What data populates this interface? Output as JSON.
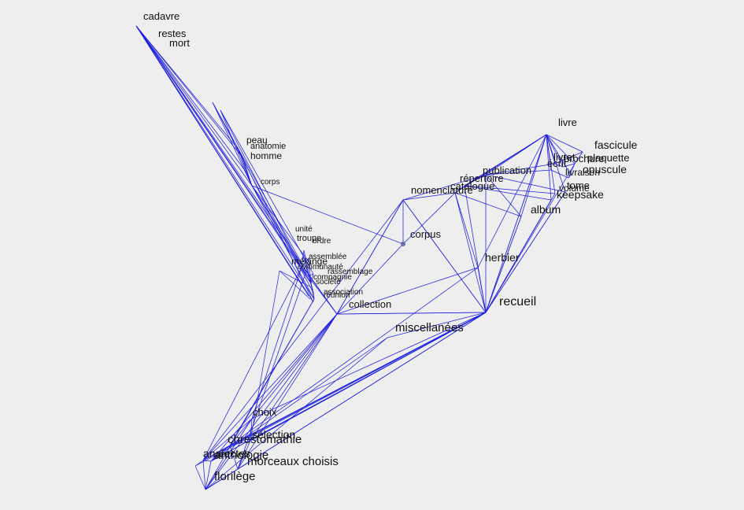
{
  "graph": {
    "colors": {
      "background": "#eeeeee",
      "edge": "#1f1fe0",
      "label": "#111111",
      "center_node": "#6a6ab0"
    },
    "center": "corpus",
    "words": [
      "cadavre",
      "restes",
      "mort",
      "peau",
      "anatomie",
      "homme",
      "corps",
      "unité",
      "troupe",
      "ordre",
      "assemblée",
      "mélange",
      "communauté",
      "compagnie",
      "rassemblage",
      "société",
      "association",
      "réunion",
      "collection",
      "corpus",
      "livre",
      "fascicule",
      "livret",
      "brochure",
      "plaquette",
      "écrit",
      "livraison",
      "opuscule",
      "publication",
      "répertoire",
      "nomenclature",
      "catalogue",
      "tome",
      "volume",
      "keepsake",
      "album",
      "herbier",
      "recueil",
      "miscellanées",
      "choix",
      "sélection",
      "chrestomathie",
      "analectes",
      "anthologie",
      "morceaux choisis",
      "florilège"
    ]
  }
}
